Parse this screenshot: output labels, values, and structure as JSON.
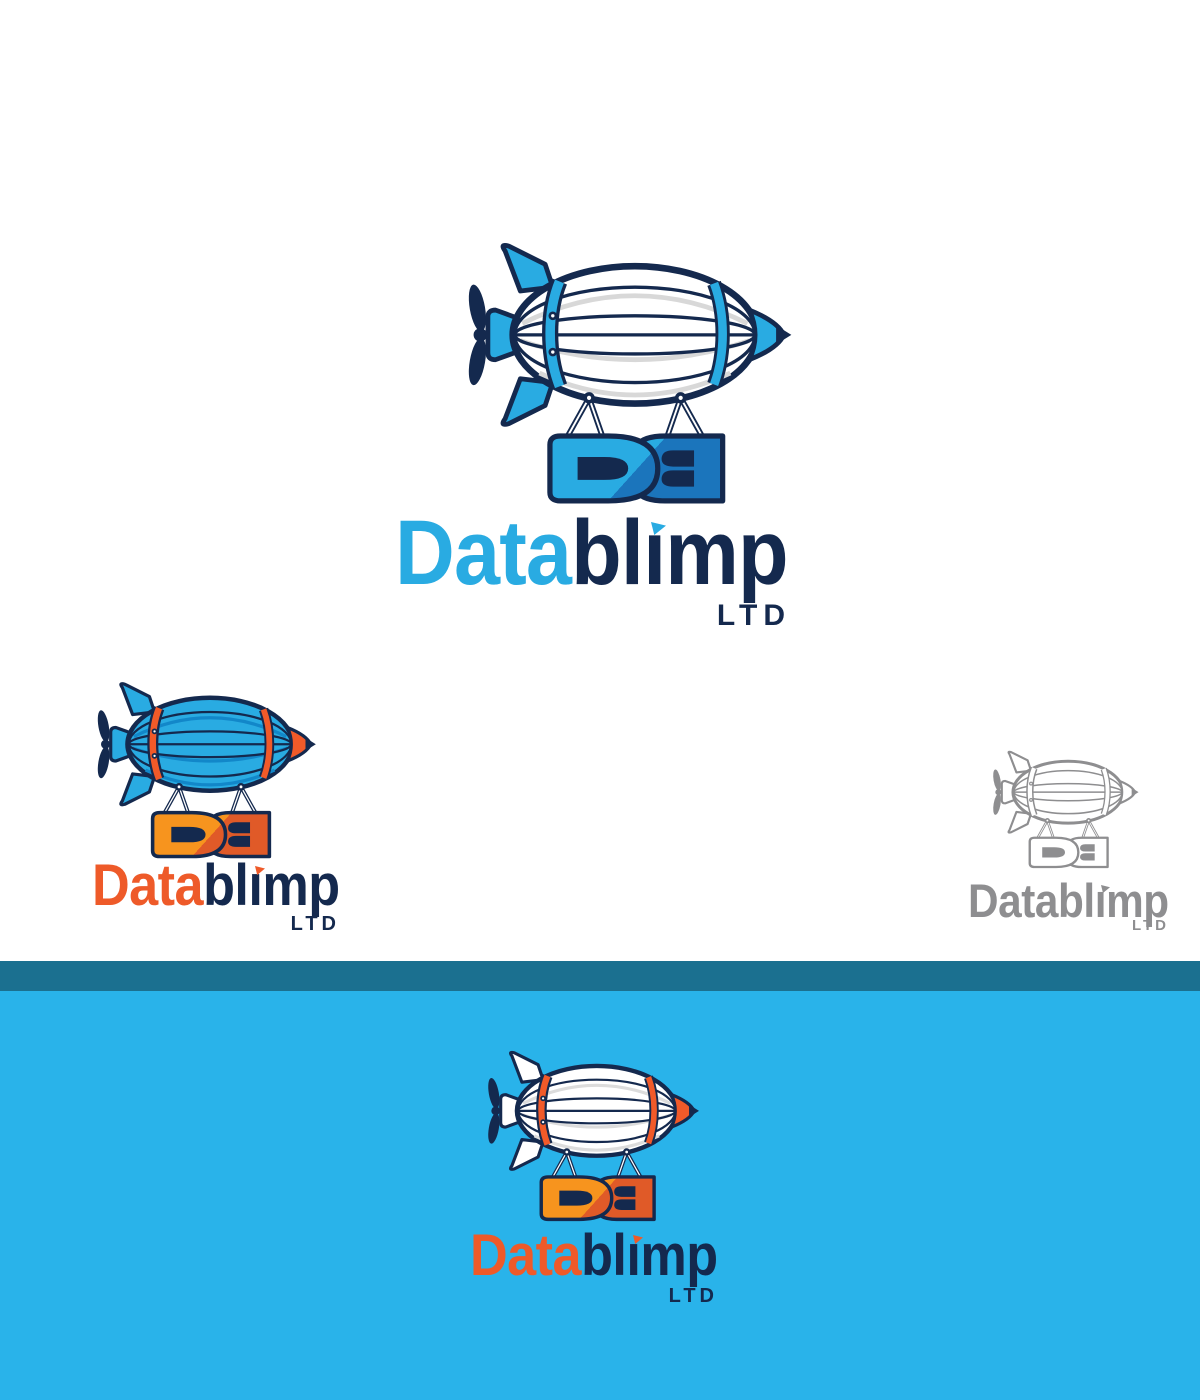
{
  "page": {
    "background": "#FFFFFF",
    "divider_band_color": "#1B7090",
    "bottom_background": "#29B3EA"
  },
  "brand": {
    "name_part1": "Data",
    "name_part2": "blimp",
    "suffix": "LTD"
  },
  "variants": [
    {
      "id": "primary",
      "palette": {
        "outline": "#14294E",
        "body": "#FFFFFF",
        "fin": "#29ABE2",
        "band": "#29ABE2",
        "shade": "#D8D8D8",
        "mono1": "#29ABE2",
        "mono2": "#1B75BC",
        "counter": "#14294E",
        "strut": "#FFFFFF",
        "data": "#29ABE2",
        "blimp": "#14294E",
        "ltd": "#14294E",
        "tri": "#29ABE2"
      }
    },
    {
      "id": "secondary",
      "palette": {
        "outline": "#14294E",
        "body": "#29ABE2",
        "fin": "#29ABE2",
        "band": "#F15A29",
        "shade": "#1287C9",
        "mono1": "#F7941E",
        "mono2": "#E05A28",
        "counter": "#14294E",
        "strut": "#FFFFFF",
        "data": "#EE5A29",
        "blimp": "#14294E",
        "ltd": "#14294E",
        "tri": "#EE5A29"
      }
    },
    {
      "id": "grayscale",
      "palette": {
        "outline": "#8E8E90",
        "body": "#FFFFFF",
        "fin": "#FFFFFF",
        "band": "#FFFFFF",
        "shade": "transparent",
        "mono1": "#FFFFFF",
        "mono2": "#FFFFFF",
        "counter": "#8E8E90",
        "strut": "#FFFFFF",
        "data": "#8E8E90",
        "blimp": "#8E8E90",
        "ltd": "#8E8E90",
        "tri": "#8E8E90"
      }
    },
    {
      "id": "reversed",
      "palette": {
        "outline": "#14294E",
        "body": "#FFFFFF",
        "fin": "#FFFFFF",
        "band": "#F15A29",
        "shade": "#DCDCDC",
        "mono1": "#F7941E",
        "mono2": "#E05A28",
        "counter": "#14294E",
        "strut": "#FFFFFF",
        "data": "#EE5A29",
        "blimp": "#14294E",
        "ltd": "#14294E",
        "tri": "#EE5A29"
      }
    }
  ]
}
